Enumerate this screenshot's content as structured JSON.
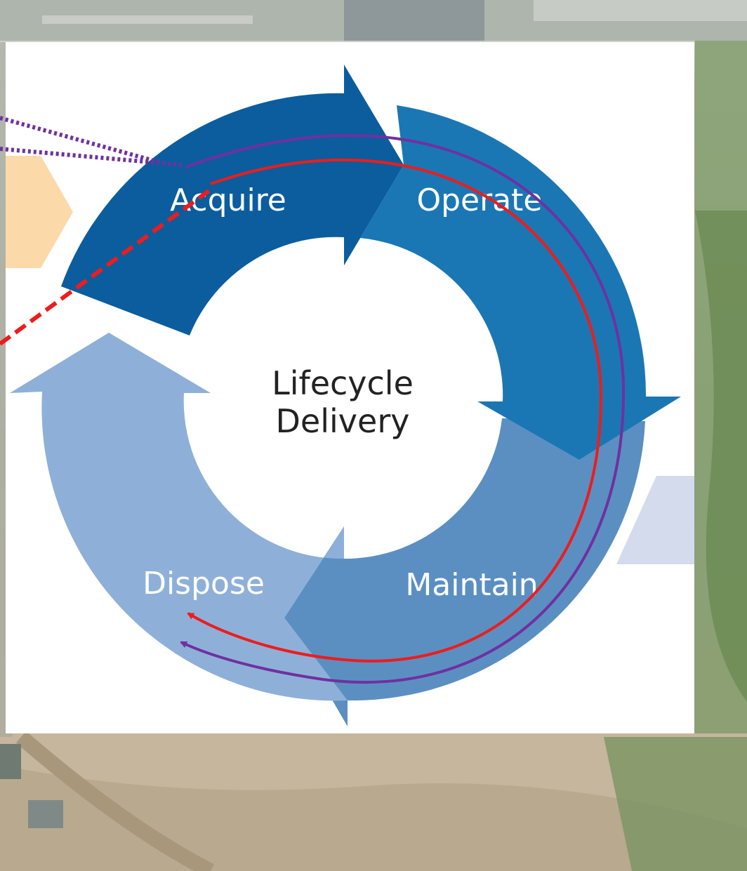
{
  "diagram": {
    "center_title_line1": "Lifecycle",
    "center_title_line2": "Delivery",
    "stages": [
      {
        "label": "Acquire",
        "color": "#0b5d9e"
      },
      {
        "label": "Operate",
        "color": "#1a77b4"
      },
      {
        "label": "Maintain",
        "color": "#5b8fc2"
      },
      {
        "label": "Dispose",
        "color": "#8eb0d8"
      }
    ],
    "annotation_colors": {
      "red_arrow": "#ee1c1c",
      "purple_arrow": "#7030a0"
    }
  }
}
